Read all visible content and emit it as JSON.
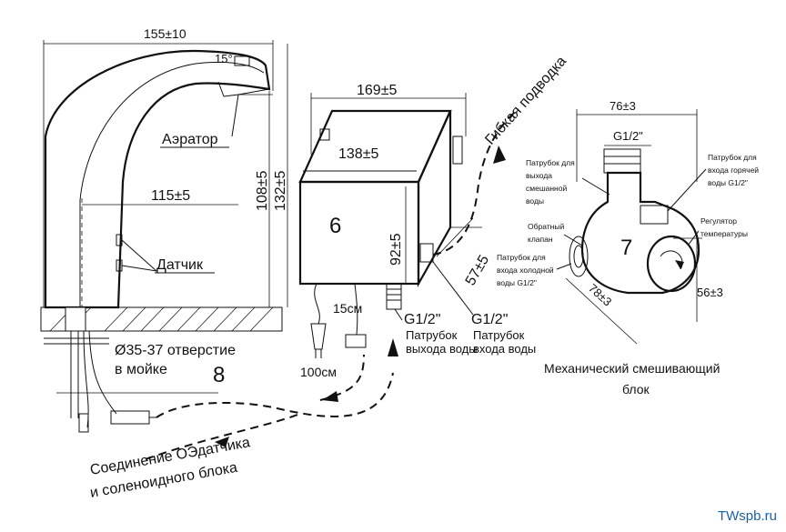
{
  "faucet": {
    "dim_width": "155±10",
    "angle": "15°",
    "dim_reach": "115±5",
    "dim_h1": "108±5",
    "dim_h2": "132±5",
    "aerator_label": "Аэратор",
    "sensor_label": "Датчик",
    "hole_label_1": "Ø35-37 отверстие",
    "hole_label_2": "в мойке",
    "item_number": "8",
    "connection_label_1": "Соединение ОЭдатчика",
    "connection_label_2": "и соленоидного блока"
  },
  "box": {
    "dim_top": "169±5",
    "dim_front": "138±5",
    "dim_height": "92±5",
    "dim_side": "57±5",
    "item_number": "6",
    "cable_short": "15см",
    "cable_long": "100см",
    "outlet_thread": "G1/2\"",
    "outlet_label_1": "Патрубок",
    "outlet_label_2": "выхода воды",
    "inlet_thread": "G1/2\"",
    "inlet_label_1": "Патрубок",
    "inlet_label_2": "входа воды",
    "flex_hose_label": "Гибкая подводка"
  },
  "mixer": {
    "dim_top": "76±3",
    "thread_top": "G1/2\"",
    "item_number": "7",
    "dim_diag": "78±3",
    "dim_side": "56±3",
    "label_mixed_out": [
      "Патрубок для",
      "выхода",
      "смешанной",
      "воды"
    ],
    "label_check_valve": [
      "Обратный",
      "клапан"
    ],
    "label_cold_in": [
      "Патрубок для",
      "входа холодной",
      "воды G1/2\""
    ],
    "label_hot_in": [
      "Патрубок для",
      "входа горячей",
      "воды G1/2\""
    ],
    "label_temp_regulator": [
      "Регулятор",
      "температуры"
    ],
    "caption_1": "Механический смешивающий",
    "caption_2": "блок"
  },
  "watermark": "TWspb.ru"
}
